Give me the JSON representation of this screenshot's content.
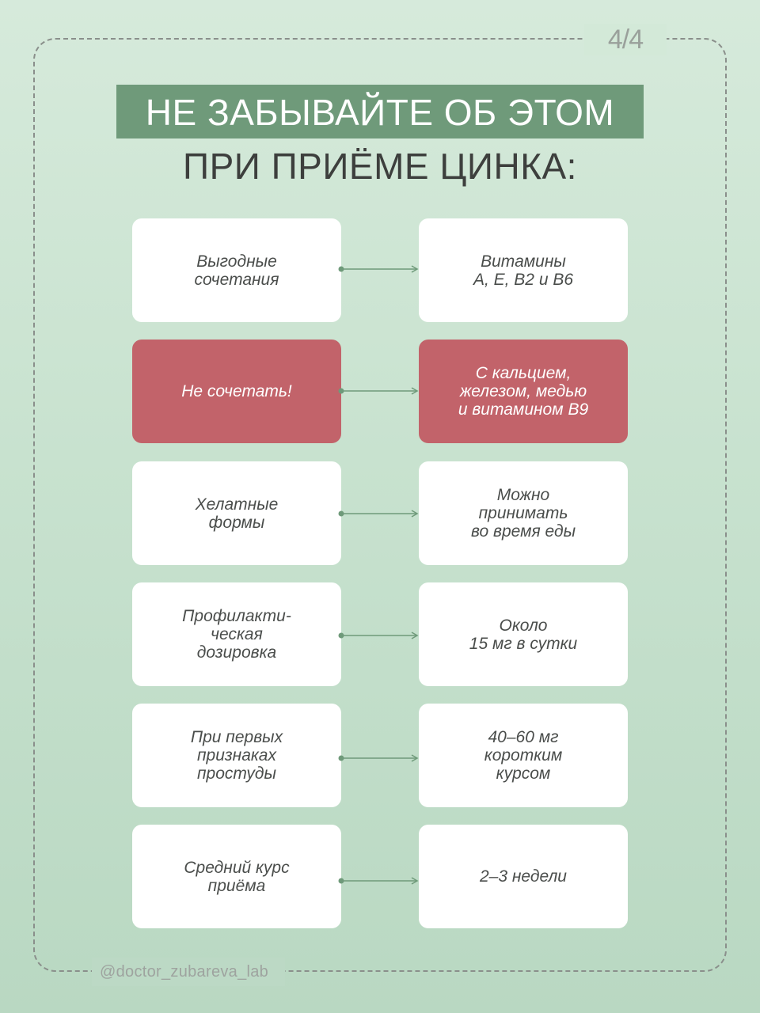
{
  "page_indicator": "4/4",
  "title": {
    "line1": "НЕ ЗАБЫВАЙТЕ ОБ ЭТОМ",
    "line2": "ПРИ ПРИЁМЕ ЦИНКА:"
  },
  "rows": [
    {
      "left": "Выгодные\nсочетания",
      "right": "Витамины\nA, E, B2 и B6",
      "highlight": false
    },
    {
      "left": "Не сочетать!",
      "right": "С кальцием,\nжелезом, медью\nи витамином B9",
      "highlight": true
    },
    {
      "left": "Хелатные\nформы",
      "right": "Можно\nпринимать\nво время еды",
      "highlight": false
    },
    {
      "left": "Профилакти-\nческая\nдозировка",
      "right": "Около\n15 мг в сутки",
      "highlight": false
    },
    {
      "left": "При первых\nпризнаках\nпростуды",
      "right": "40–60 мг\nкоротким\nкурсом",
      "highlight": false
    },
    {
      "left": "Средний курс\nприёма",
      "right": "2–3 недели",
      "highlight": false
    }
  ],
  "footer": {
    "handle": "@doctor_zubareva_lab"
  },
  "colors": {
    "background": "#c8e2cf",
    "title_band": "#6f9a7a",
    "card": "#ffffff",
    "warning_card": "#c2636a",
    "connector": "#6f9a7a"
  }
}
